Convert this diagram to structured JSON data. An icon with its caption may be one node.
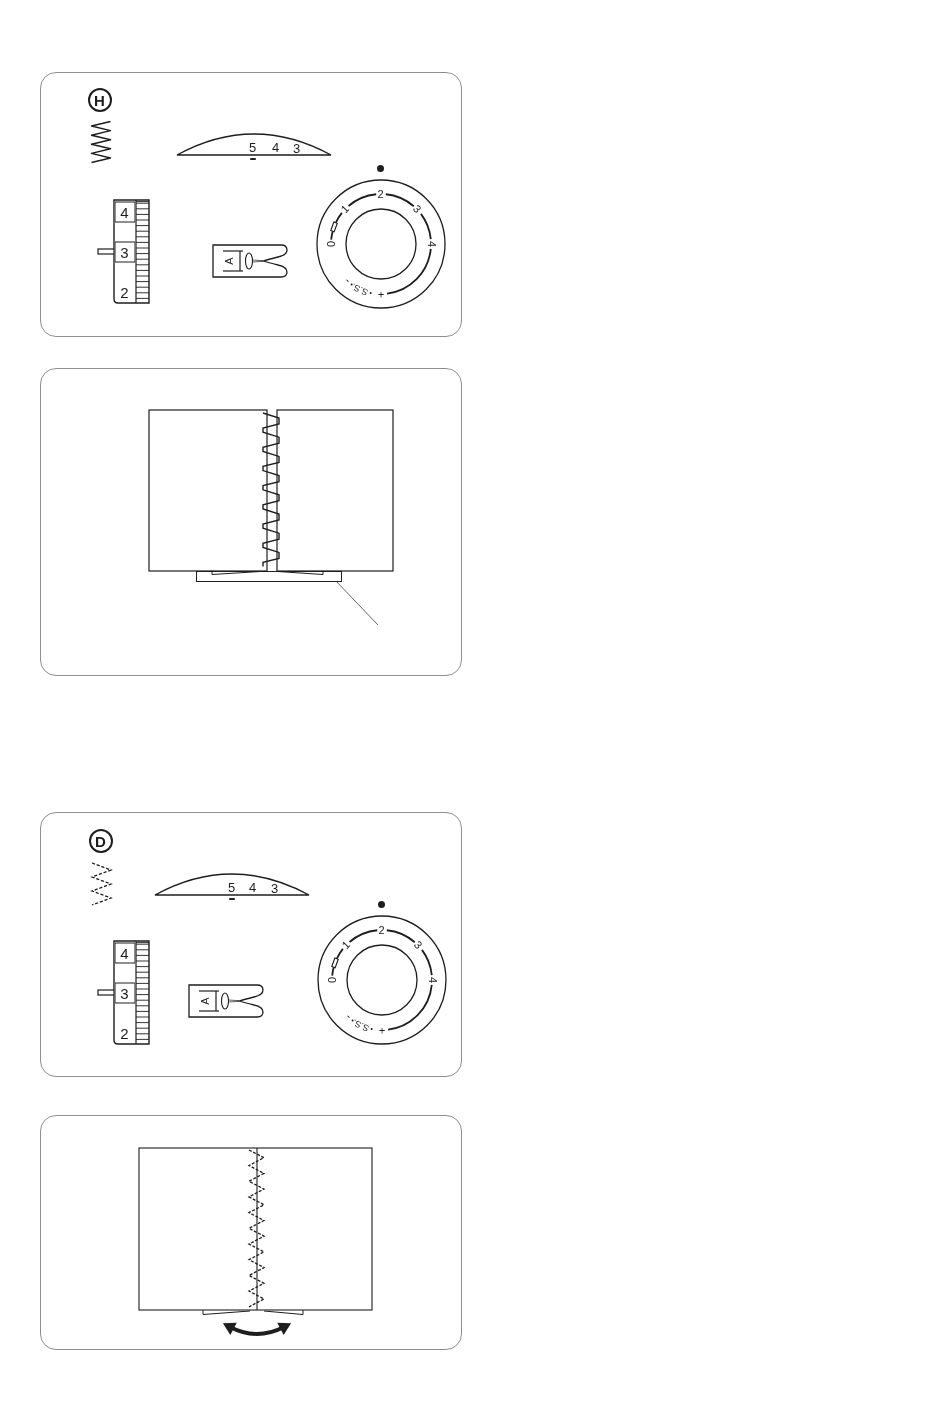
{
  "diagram": {
    "nodes": [
      {
        "text": [],
        "shape": "box"
      },
      {
        "text": [
          "H"
        ],
        "in": 0
      },
      {
        "text": [
          "5",
          "4",
          "3"
        ],
        "in": 0
      },
      {
        "text": [
          "4",
          "3",
          "2"
        ],
        "in": 0
      },
      {
        "text": [
          "A"
        ],
        "in": 0
      },
      {
        "text": [
          "0",
          "1",
          "2",
          "3",
          "4",
          "-",
          "S.S.",
          "+"
        ],
        "in": 0
      },
      {
        "text": [],
        "shape": "box"
      },
      {
        "text": [],
        "shape": "picture",
        "in": 6
      },
      {
        "text": [],
        "shape": "box"
      },
      {
        "text": [
          "D"
        ],
        "in": 8
      },
      {
        "text": [
          "5",
          "4",
          "3"
        ],
        "in": 8
      },
      {
        "text": [
          "4",
          "3",
          "2"
        ],
        "in": 8
      },
      {
        "text": [
          "A"
        ],
        "in": 8
      },
      {
        "text": [
          "0",
          "1",
          "2",
          "3",
          "4",
          "-",
          "S.S.",
          "+"
        ],
        "in": 8
      },
      {
        "text": [],
        "shape": "box"
      }
    ],
    "edges": [
      {
        "from": null,
        "to": 7,
        "arrow": "none"
      }
    ]
  }
}
